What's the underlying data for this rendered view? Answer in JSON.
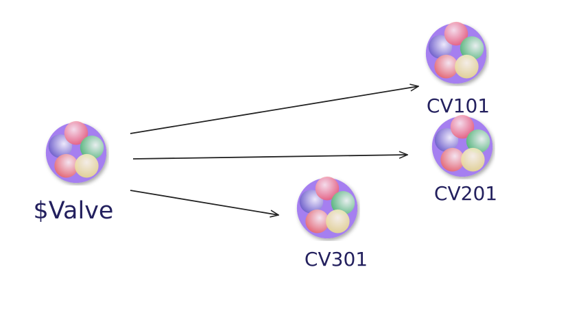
{
  "nodes": {
    "source": {
      "label": "$Valve",
      "icon": "component-cluster-icon"
    },
    "cv101": {
      "label": "CV101",
      "icon": "component-cluster-icon"
    },
    "cv201": {
      "label": "CV201",
      "icon": "component-cluster-icon"
    },
    "cv301": {
      "label": "CV301",
      "icon": "component-cluster-icon"
    }
  },
  "edges": [
    {
      "from": "$Valve",
      "to": "CV101"
    },
    {
      "from": "$Valve",
      "to": "CV201"
    },
    {
      "from": "$Valve",
      "to": "CV301"
    }
  ],
  "colors": {
    "disc": "#a57ff0",
    "label": "#23205e",
    "arrow": "#222222"
  }
}
